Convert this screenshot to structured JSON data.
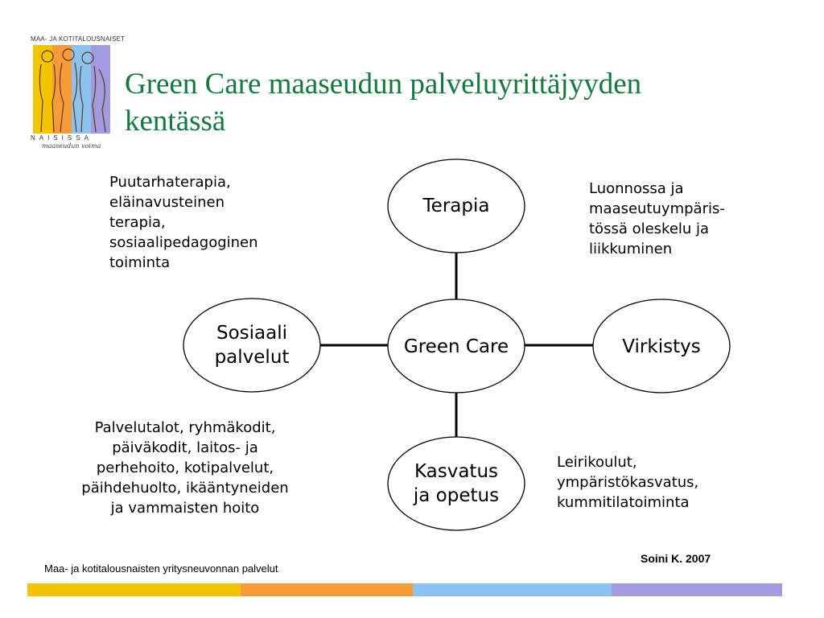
{
  "logo": {
    "top_text": "MAA- JA KOTITALOUSNAISET",
    "bottom_text": "NAISISSA",
    "script_text": "maaseudun voima"
  },
  "title": "Green Care maaseudun palveluyrittäjyyden kentässä",
  "nodes": {
    "center": "Green Care",
    "top": "Terapia",
    "left_line1": "Sosiaali",
    "left_line2": "palvelut",
    "right": "Virkistys",
    "bottom_line1": "Kasvatus",
    "bottom_line2": "ja opetus"
  },
  "annotations": {
    "therapy_lines": [
      "Puutarhaterapia,",
      "eläinavusteinen",
      "terapia,",
      "sosiaalipedagoginen",
      "toiminta"
    ],
    "recreation_lines": [
      "Luonnossa ja",
      "maaseutuympäris-",
      "tössä oleskelu ja",
      "liikkuminen"
    ],
    "social_lines": [
      "Palvelutalot, ryhmäkodit,",
      "päiväkodit, laitos- ja",
      "perhehoito, kotipalvelut,",
      "päihdehuolto, ikääntyneiden",
      "ja vammaisten hoito"
    ],
    "education_lines": [
      "Leirikoulut,",
      "ympäristökasvatus,",
      "kummitilatoiminta"
    ]
  },
  "footer": {
    "left": "Maa- ja kotitalousnaisten yritysneuvonnan palvelut",
    "right": "Soini  K. 2007"
  },
  "colors": {
    "title": "#147a3c",
    "band": [
      "#f2c300",
      "#f79a3a",
      "#8cc2f0",
      "#a49ae0"
    ]
  }
}
